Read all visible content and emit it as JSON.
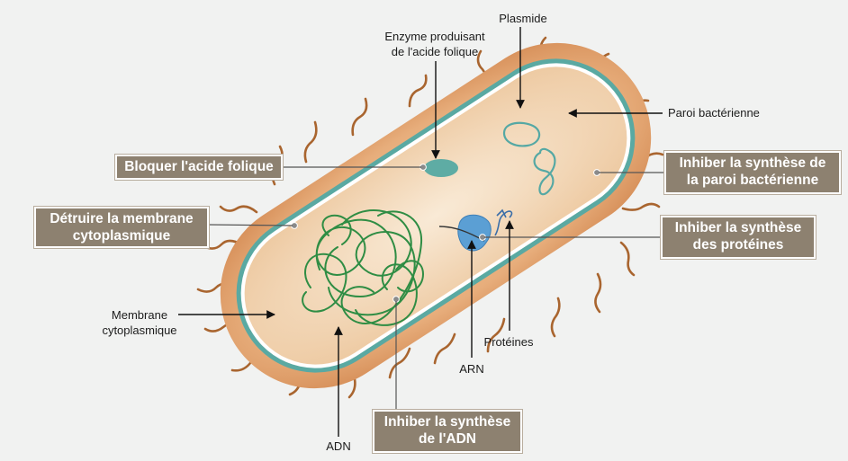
{
  "labels": {
    "plasmide": "Plasmide",
    "enzyme_l1": "Enzyme produisant",
    "enzyme_l2": "de l'acide folique",
    "paroi": "Paroi bactérienne",
    "membrane_l1": "Membrane",
    "membrane_l2": "cytoplasmique",
    "proteines": "Protéines",
    "arn": "ARN",
    "adn": "ADN"
  },
  "boxes": {
    "bloquer": "Bloquer l'acide folique",
    "detruire_l1": "Détruire la membrane",
    "detruire_l2": "cytoplasmique",
    "paroi_l1": "Inhiber la synthèse de",
    "paroi_l2": "la paroi bactérienne",
    "proteines_l1": "Inhiber la synthèse",
    "proteines_l2": "des protéines",
    "adn_l1": "Inhiber la synthèse",
    "adn_l2": "de l'ADN"
  },
  "colors": {
    "background": "#f1f2f1",
    "label_box": "#8d8170",
    "cell_wall": "#e3a877",
    "membrane": "#5aa9a2",
    "cytoplasm": "#f3dcc0",
    "dna": "#2f8d44",
    "flagella": "#a9652f",
    "plasmid": "#55a8a4"
  }
}
